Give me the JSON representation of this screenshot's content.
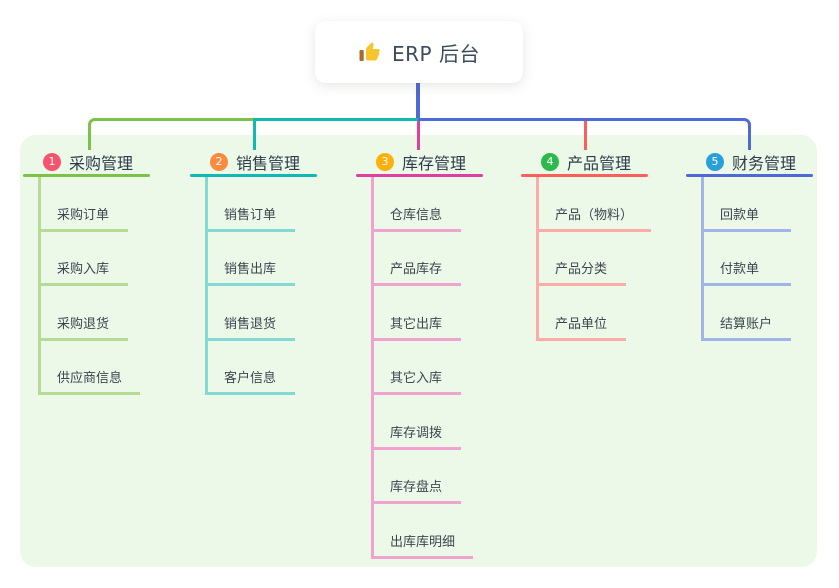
{
  "canvas": {
    "background_color": "#ffffff",
    "panel_color": "#ecf8e8",
    "header_text_color": "#2e3b4c",
    "item_text_color": "#3b4650"
  },
  "root": {
    "title": "ERP 后台",
    "icon": "thumbs-up-icon",
    "icon_color": "#f6c52e",
    "icon_sleeve_color": "#a96a2d",
    "line_color": "#4e6ad4",
    "text_color": "#3b4a5c"
  },
  "branches": [
    {
      "index": "1",
      "label": "采购管理",
      "badge_color": "#f4546e",
      "line_color": "#7cc24a",
      "item_line_color": "#b5dc92",
      "items": [
        "采购订单",
        "采购入库",
        "采购退货",
        "供应商信息"
      ]
    },
    {
      "index": "2",
      "label": "销售管理",
      "badge_color": "#fb8b3d",
      "line_color": "#10b9b2",
      "item_line_color": "#84d9d3",
      "items": [
        "销售订单",
        "销售出库",
        "销售退货",
        "客户信息"
      ]
    },
    {
      "index": "3",
      "label": "库存管理",
      "badge_color": "#fcb00c",
      "line_color": "#df3f9e",
      "item_line_color": "#f0a3cf",
      "items": [
        "仓库信息",
        "产品库存",
        "其它出库",
        "其它入库",
        "库存调拨",
        "库存盘点",
        "出库库明细"
      ]
    },
    {
      "index": "4",
      "label": "产品管理",
      "badge_color": "#2eb94f",
      "line_color": "#f9605c",
      "item_line_color": "#fcaca7",
      "items": [
        "产品（物料）",
        "产品分类",
        "产品单位"
      ]
    },
    {
      "index": "5",
      "label": "财务管理",
      "badge_color": "#2aa0da",
      "line_color": "#4e6ad4",
      "item_line_color": "#a2b5e9",
      "items": [
        "回款单",
        "付款单",
        "结算账户"
      ]
    }
  ]
}
